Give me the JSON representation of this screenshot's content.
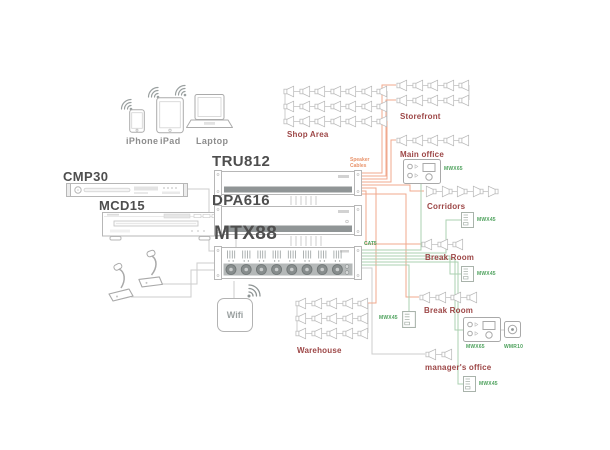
{
  "sources": {
    "iphone_label": "iPhone",
    "ipad_label": "iPad",
    "laptop_label": "Laptop"
  },
  "devices": {
    "cmp30_label": "CMP30",
    "mcd15_label": "MCD15",
    "tru812_label": "TRU812",
    "dpa616_label": "DPA616",
    "mtx88_label": "MTX88",
    "wifi_label": "Wifi"
  },
  "cables": {
    "speaker_label": "Speaker Cables",
    "network_label": "CAT5"
  },
  "zones": {
    "shop_area": {
      "label": "Shop Area",
      "rows": 3,
      "cols": 7
    },
    "storefront": {
      "label": "Storefront",
      "rows": 2,
      "cols": 5
    },
    "main_office": {
      "label": "Main office",
      "rows": 1,
      "cols": 5
    },
    "corridors": {
      "label": "Corridors",
      "rows": 1,
      "cols": 5
    },
    "break_room_1": {
      "label": "Break Room",
      "rows": 1,
      "cols": 3
    },
    "break_room_2": {
      "label": "Break Room",
      "rows": 1,
      "cols": 4
    },
    "managers_office": {
      "label": "manager's office",
      "rows": 1,
      "cols": 2
    },
    "warehouse": {
      "label": "Warehouse",
      "rows": 3,
      "cols": 5
    }
  },
  "wall_controls": {
    "main_office_panel": "MWX65",
    "corridors_plate": "MWX45",
    "break_room_1_plate": "MWX45",
    "break_room_2_panel": "MWX65",
    "break_room_2_remote": "WMR10",
    "managers_office_plate": "MWX45",
    "warehouse_plate": "MWX45"
  },
  "colors": {
    "wire_gray": "#cdcdcd",
    "wire_speaker": "#f0a98e",
    "wire_network": "#abd0b1",
    "zone_label": "#9d4747",
    "control_label": "#4da15c",
    "device_label": "#4e4e4e"
  }
}
